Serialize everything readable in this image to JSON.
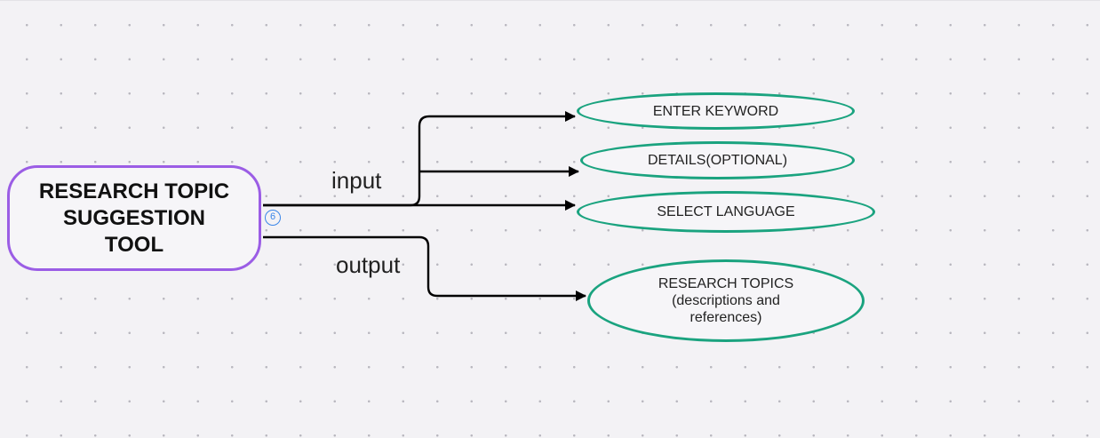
{
  "diagram": {
    "main_node": {
      "lines": [
        "RESEARCH TOPIC",
        "SUGGESTION",
        "TOOL"
      ]
    },
    "badge": "6",
    "edge_labels": {
      "input": "input",
      "output": "output"
    },
    "inputs": {
      "keyword": "ENTER KEYWORD",
      "details": "DETAILS(OPTIONAL)",
      "language": "SELECT LANGUAGE"
    },
    "outputs": {
      "topics": {
        "lines": [
          "RESEARCH TOPICS",
          "(descriptions and",
          "references)"
        ]
      }
    },
    "colors": {
      "main_border": "#9b5de5",
      "ellipse_border": "#1aa37f",
      "connector": "#000000",
      "badge": "#3a86e8",
      "canvas": "#f3f2f5"
    }
  }
}
